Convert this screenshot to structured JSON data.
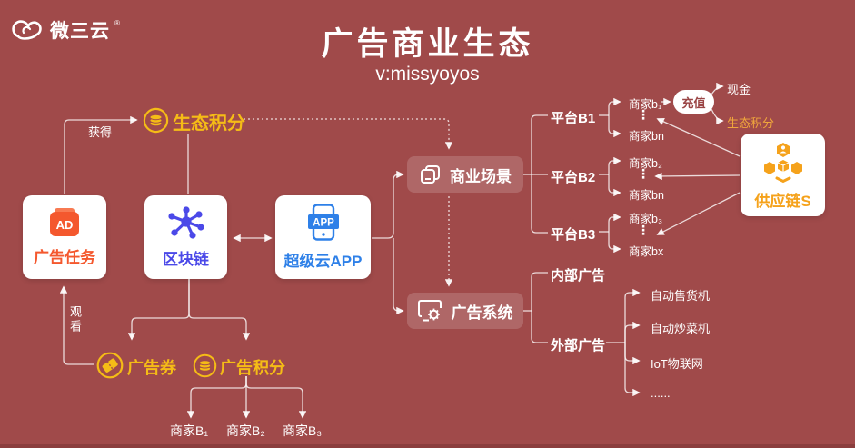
{
  "colors": {
    "background": "#A04A4A",
    "accent_yellow": "#F5BC16",
    "accent_orange": "#F5A21B",
    "accent_red": "#F4582E",
    "accent_blue": "#2E80E8",
    "accent_indigo": "#4B49E8",
    "line": "#FFFFFF"
  },
  "logo": {
    "text": "微三云",
    "reg": "®"
  },
  "header": {
    "title": "广告商业生态",
    "subtitle": "v:missyoyos"
  },
  "nodes": {
    "ad_task": {
      "label": "广告任务",
      "icon_text": "AD"
    },
    "blockchain": {
      "label": "区块链"
    },
    "super_app": {
      "label": "超级云APP",
      "icon_text": "APP"
    },
    "biz_scene": {
      "label": "商业场景"
    },
    "ad_system": {
      "label": "广告系统"
    },
    "supply_chain": {
      "label": "供应链S"
    }
  },
  "edges": {
    "gain": "获得",
    "watch": "观看",
    "recharge": "充值",
    "cash": "现金",
    "eco_points_right": "生态积分"
  },
  "tokens": {
    "eco_points": "生态积分",
    "ad_coupon": "广告券",
    "ad_points": "广告积分"
  },
  "platforms": [
    {
      "label": "平台B1",
      "merchants": [
        "商家b₁",
        "⋮",
        "商家bn"
      ]
    },
    {
      "label": "平台B2",
      "merchants": [
        "商家b₂",
        "⋮",
        "商家bn"
      ]
    },
    {
      "label": "平台B3",
      "merchants": [
        "商家b₃",
        "⋮",
        "商家bx"
      ]
    }
  ],
  "ads": {
    "internal": "内部广告",
    "external": "外部广告",
    "external_items": [
      "自动售货机",
      "自动炒菜机",
      "IoT物联网",
      "......"
    ]
  },
  "bottom_merchants": [
    "商家B₁",
    "商家B₂",
    "商家B₃"
  ]
}
